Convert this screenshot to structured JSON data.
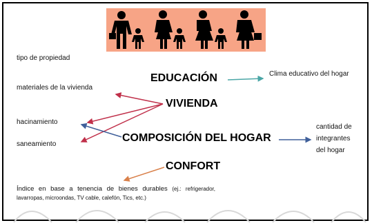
{
  "left_labels": {
    "tipo_propiedad": "tipo de propiedad",
    "materiales": "materiales de la vivienda",
    "hacinamiento": "hacinamiento",
    "saneamiento": "saneamiento"
  },
  "headings": {
    "educacion": "EDUCACIÓN",
    "vivienda": "VIVIENDA",
    "composicion": "COMPOSICIÓN DEL HOGAR",
    "confort": "CONFORT"
  },
  "right_labels": {
    "clima": "Clima educativo del hogar",
    "cantidad_line1": "cantidad de",
    "cantidad_line2": "integrantes",
    "cantidad_line3": "del hogar"
  },
  "footnote": {
    "main": "Índice en base a tenencia de bienes durables",
    "examples": "(ej.: refrigerador, lavarropas, microondas, TV cable, calefón, Tics, etc.)"
  },
  "colors": {
    "banner": "#f7a486",
    "vivienda_arrows": "#c0304a",
    "educacion_arrow": "#4aa6a6",
    "composicion_arrow": "#3f5f9a",
    "confort_arrow": "#d9804a"
  }
}
